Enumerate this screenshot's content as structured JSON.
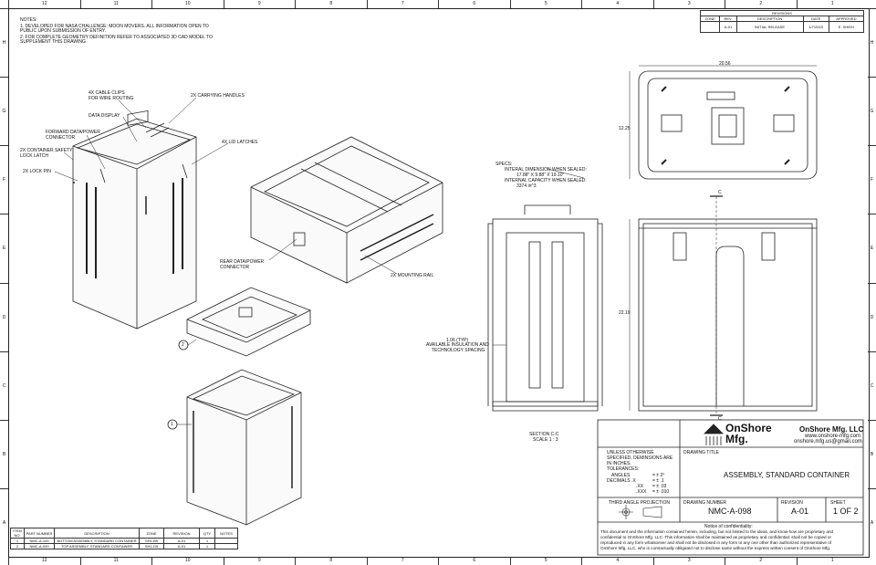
{
  "zones": {
    "columns": [
      "12",
      "11",
      "10",
      "9",
      "8",
      "7",
      "6",
      "5",
      "4",
      "3",
      "2",
      "1"
    ],
    "rows": [
      "H",
      "G",
      "F",
      "E",
      "D",
      "C",
      "B",
      "A"
    ]
  },
  "notes": {
    "title": "NOTES:",
    "items": [
      "1.   DEVELOPED FOR NASA CHALLENGE: MOON MOVERS. ALL INFORMATION OPEN TO",
      "      PUBLIC UPON SUBMISSION OF ENTRY.",
      "2.   FOR COMPLETE GEOMETRY DEFINITION REFER TO ASSOCIATED 3D CAD MODEL TO",
      "      SUPPLEMENT THIS DRAWING"
    ]
  },
  "revisions": {
    "title": "REVISIONS",
    "headers": [
      "ZONE",
      "REV.",
      "DESCRIPTION",
      "DATE",
      "APPROVED"
    ],
    "rows": [
      [
        "",
        "A-01",
        "INITIAL RELEASE",
        "1/7/2023",
        "E. SHIEH"
      ]
    ]
  },
  "callouts": {
    "cable_clips": "4X CABLE CLIPS",
    "cable_clips_2": "FOR WIRE ROUTING",
    "carrying_handles": "2X CARRYING HANDLES",
    "data_display": "DATA DISPLAY",
    "forward_connector": "FORWARD DATA/POWER",
    "forward_connector_2": "CONNECTOR",
    "safety_latch": "2X CONTAINER SAFETY",
    "safety_latch_2": "LOCK LATCH",
    "lid_latches": "4X LID LATCHES",
    "lock_pin": "2X LOCK PIN",
    "rear_connector": "REAR DATA/POWER",
    "rear_connector_2": "CONNECTOR",
    "mounting_rail": "2X MOUNTING RAIL",
    "balloon_1": "1",
    "balloon_2": "2",
    "insulation": "1.06 (TYP)",
    "insulation_2": "AVAILABLE INSULATION AND",
    "insulation_3": "TECHNOLOGY SPACING",
    "section_label": "C",
    "section_title": "SECTION C-C",
    "section_scale": "SCALE 1 : 3"
  },
  "specs": {
    "title": "SPECS:",
    "lines": [
      "INTERAL DIMENSION WHEN SEALED:",
      "17.88\" X 9.88\" X 19.10\"",
      "INTERNAL CAPACITY WHEN SEALED:",
      "3374 in^3"
    ]
  },
  "dimensions": {
    "width": "20.56",
    "depth": "12.25",
    "height": "22.19"
  },
  "bom": {
    "headers": [
      "ITEM NO.",
      "PART NUMBER",
      "DESCRIPTION",
      "ZONE",
      "REVISION",
      "QTY",
      "NOTES"
    ],
    "rows": [
      [
        "1",
        "NMC-A-100",
        "BOTTOM ASSEMBLY, STANDARD CONTAINER",
        "SH1-B9",
        "A-01",
        "1",
        ""
      ],
      [
        "2",
        "NMC-A-099",
        "TOP ASSEMBLY, STANDARD CONTAINER",
        "SH1-D9",
        "A-01",
        "1",
        ""
      ]
    ]
  },
  "title_block": {
    "logo_text_1": "OnShore",
    "logo_text_2": "Mfg.",
    "company": "OnShore Mfg. LLC",
    "website": "www.onshore-mfg.com",
    "email": "onshore.mfg.us@gmail.com",
    "tolerance_lines": [
      "UNLESS OTHERWISE",
      "SPECIFIED, DEMINSIONS ARE",
      "IN INCHES.",
      "TOLERANCES:"
    ],
    "tol_angles_label": "ANGLES",
    "tol_angles_value": "= ± 2°",
    "tol_decimals_label": "DECIMALS  .X",
    "tol_x_value": "= ± .1",
    "tol_xx_label": ".XX",
    "tol_xx_value": "= ± .03",
    "tol_xxx_label": ".XXX",
    "tol_xxx_value": "= ± .010",
    "drawing_title_label": "DRAWING TITLE",
    "drawing_title": "ASSEMBLY, STANDARD CONTAINER",
    "projection_label": "THIRD ANGLE PROJECTION",
    "drawing_number_label": "DRAWING NUMBER",
    "drawing_number": "NMC-A-098",
    "revision_label": "REVISION",
    "revision": "A-01",
    "sheet_label": "SHEET",
    "sheet": "1 OF 2",
    "confidentiality_title": "Notice of confidentiality:",
    "confidentiality": [
      "This document and the information contained herein, including, but not limited to the ideas, and know-how are proprietary and",
      "confidential to OnShore Mfg. LLC. This information shall be maintained as proprietary and confidential: shall not be copied or",
      "reproduced in any form whatsoever and shall not be disclosed in any form to any one other than authorized representative of",
      "OnShore Mfg. LLC, who is contractually obligated not to disclose same without the express written consent of OnShore Mfg."
    ]
  }
}
